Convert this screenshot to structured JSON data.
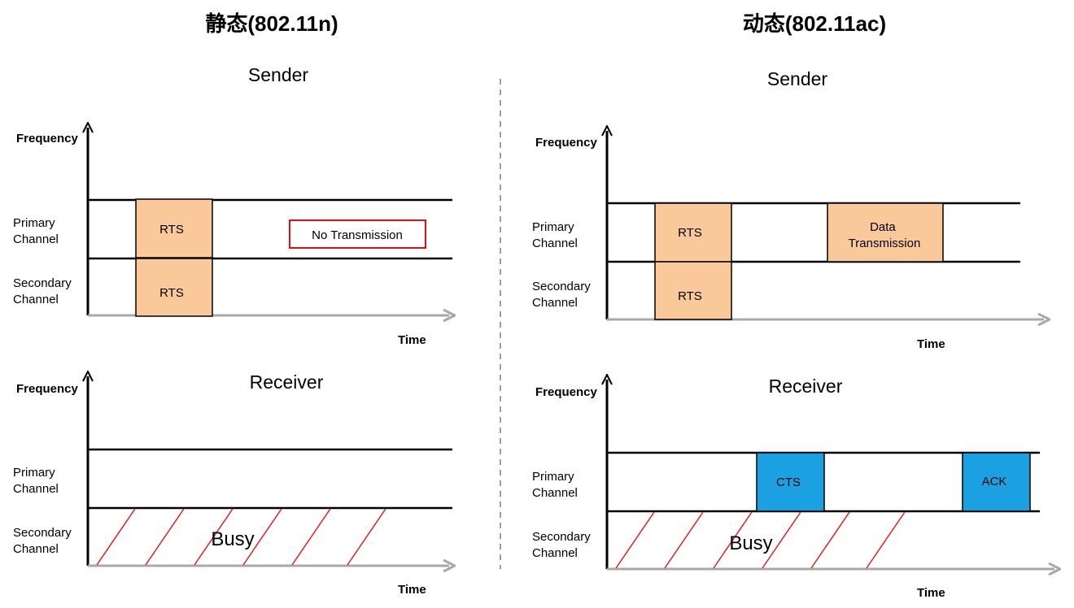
{
  "left": {
    "title": "静态(802.11n)",
    "sender": {
      "heading": "Sender",
      "y_axis": "Frequency",
      "x_axis": "Time",
      "primary": [
        "Primary",
        "Channel"
      ],
      "secondary": [
        "Secondary",
        "Channel"
      ],
      "primary_box": "RTS",
      "secondary_box": "RTS",
      "note": "No Transmission"
    },
    "receiver": {
      "heading": "Receiver",
      "y_axis": "Frequency",
      "x_axis": "Time",
      "primary": [
        "Primary",
        "Channel"
      ],
      "secondary": [
        "Secondary",
        "Channel"
      ],
      "busy": "Busy"
    }
  },
  "right": {
    "title": "动态(802.11ac)",
    "sender": {
      "heading": "Sender",
      "y_axis": "Frequency",
      "x_axis": "Time",
      "primary": [
        "Primary",
        "Channel"
      ],
      "secondary": [
        "Secondary",
        "Channel"
      ],
      "primary_box": "RTS",
      "secondary_box": "RTS",
      "data_box": [
        "Data",
        "Transmission"
      ]
    },
    "receiver": {
      "heading": "Receiver",
      "y_axis": "Frequency",
      "x_axis": "Time",
      "primary": [
        "Primary",
        "Channel"
      ],
      "secondary": [
        "Secondary",
        "Channel"
      ],
      "cts_box": "CTS",
      "ack_box": "ACK",
      "busy": "Busy"
    }
  },
  "colors": {
    "rts_fill": "#F9C99A",
    "cts_fill": "#1BA1E2",
    "note_border": "#E01010",
    "hatch": "#E02020",
    "arrow_gray": "#A8A8A8",
    "divider": "#9E9E9E"
  }
}
